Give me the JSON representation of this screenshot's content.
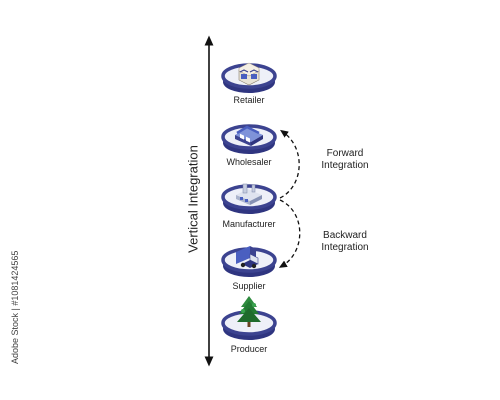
{
  "axis_label": "Vertical Integration",
  "stages": [
    {
      "label": "Retailer",
      "icon": "store-icon"
    },
    {
      "label": "Wholesaler",
      "icon": "warehouse-icon"
    },
    {
      "label": "Manufacturer",
      "icon": "factory-icon"
    },
    {
      "label": "Supplier",
      "icon": "delivery-truck-icon"
    },
    {
      "label": "Producer",
      "icon": "tree-icon"
    }
  ],
  "forward": {
    "line1": "Forward",
    "line2": "Integration"
  },
  "backward": {
    "line1": "Backward",
    "line2": "Integration"
  },
  "stock_id": "Adobe Stock | #1081424565",
  "colors": {
    "disc_top": "#eef0f8",
    "disc_ring": "#3c4390",
    "disc_side": "#2f3580",
    "accent": "#4a5fc0",
    "arrow": "#111111"
  }
}
